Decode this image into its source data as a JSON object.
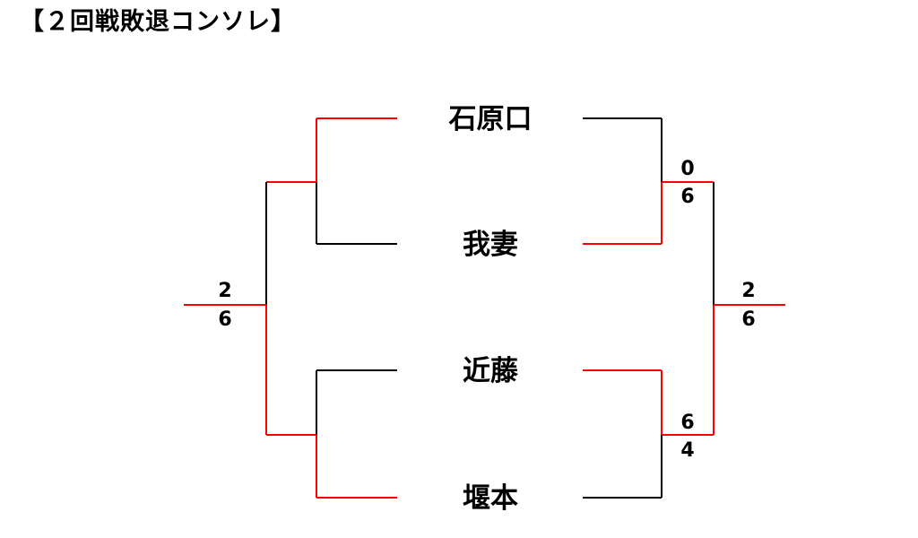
{
  "title": "【２回戦敗退コンソレ】",
  "colors": {
    "winner_line": "#ff0000",
    "loser_line": "#000000"
  },
  "players": [
    "石原口",
    "我妻",
    "近藤",
    "堰本"
  ],
  "right_bracket": {
    "semifinal_top": {
      "score_top": "0",
      "score_bottom": "6"
    },
    "semifinal_bottom": {
      "score_top": "6",
      "score_bottom": "4"
    },
    "final": {
      "score_top": "2",
      "score_bottom": "6"
    }
  },
  "left_bracket": {
    "final": {
      "score_top": "2",
      "score_bottom": "6"
    }
  }
}
